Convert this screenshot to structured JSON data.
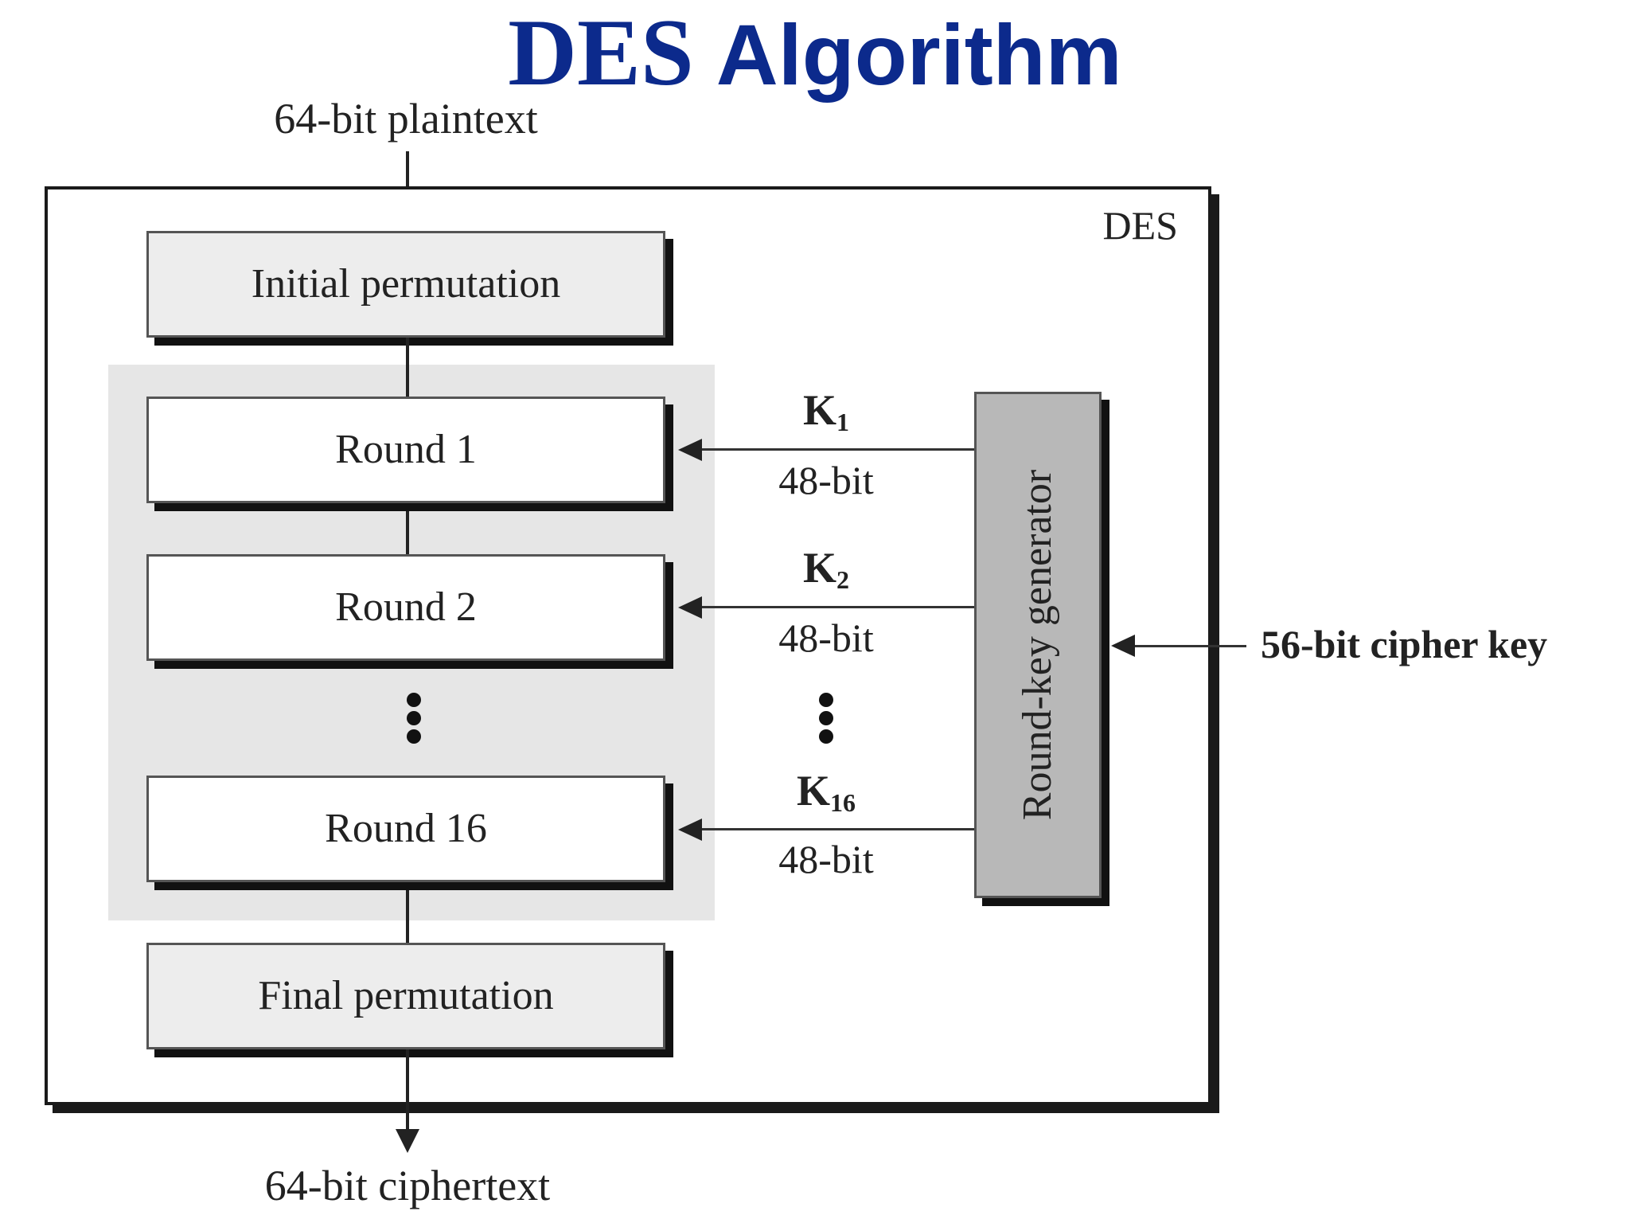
{
  "title": {
    "part1": "DES",
    "part2": "Algorithm"
  },
  "diagram": {
    "input_label": "64-bit plaintext",
    "output_label": "64-bit ciphertext",
    "container_label": "DES",
    "initial_permutation": "Initial permutation",
    "final_permutation": "Final permutation",
    "rounds": [
      {
        "label": "Round 1",
        "key": "K",
        "key_sub": "1",
        "key_bits": "48-bit"
      },
      {
        "label": "Round 2",
        "key": "K",
        "key_sub": "2",
        "key_bits": "48-bit"
      },
      {
        "label": "Round 16",
        "key": "K",
        "key_sub": "16",
        "key_bits": "48-bit"
      }
    ],
    "key_generator": "Round-key generator",
    "cipher_key": "56-bit cipher key"
  },
  "colors": {
    "title": "#0c2a8c",
    "permutation_fill": "#ededed",
    "round_group_fill": "#e6e6e6",
    "key_generator_fill": "#b8b8b8"
  }
}
